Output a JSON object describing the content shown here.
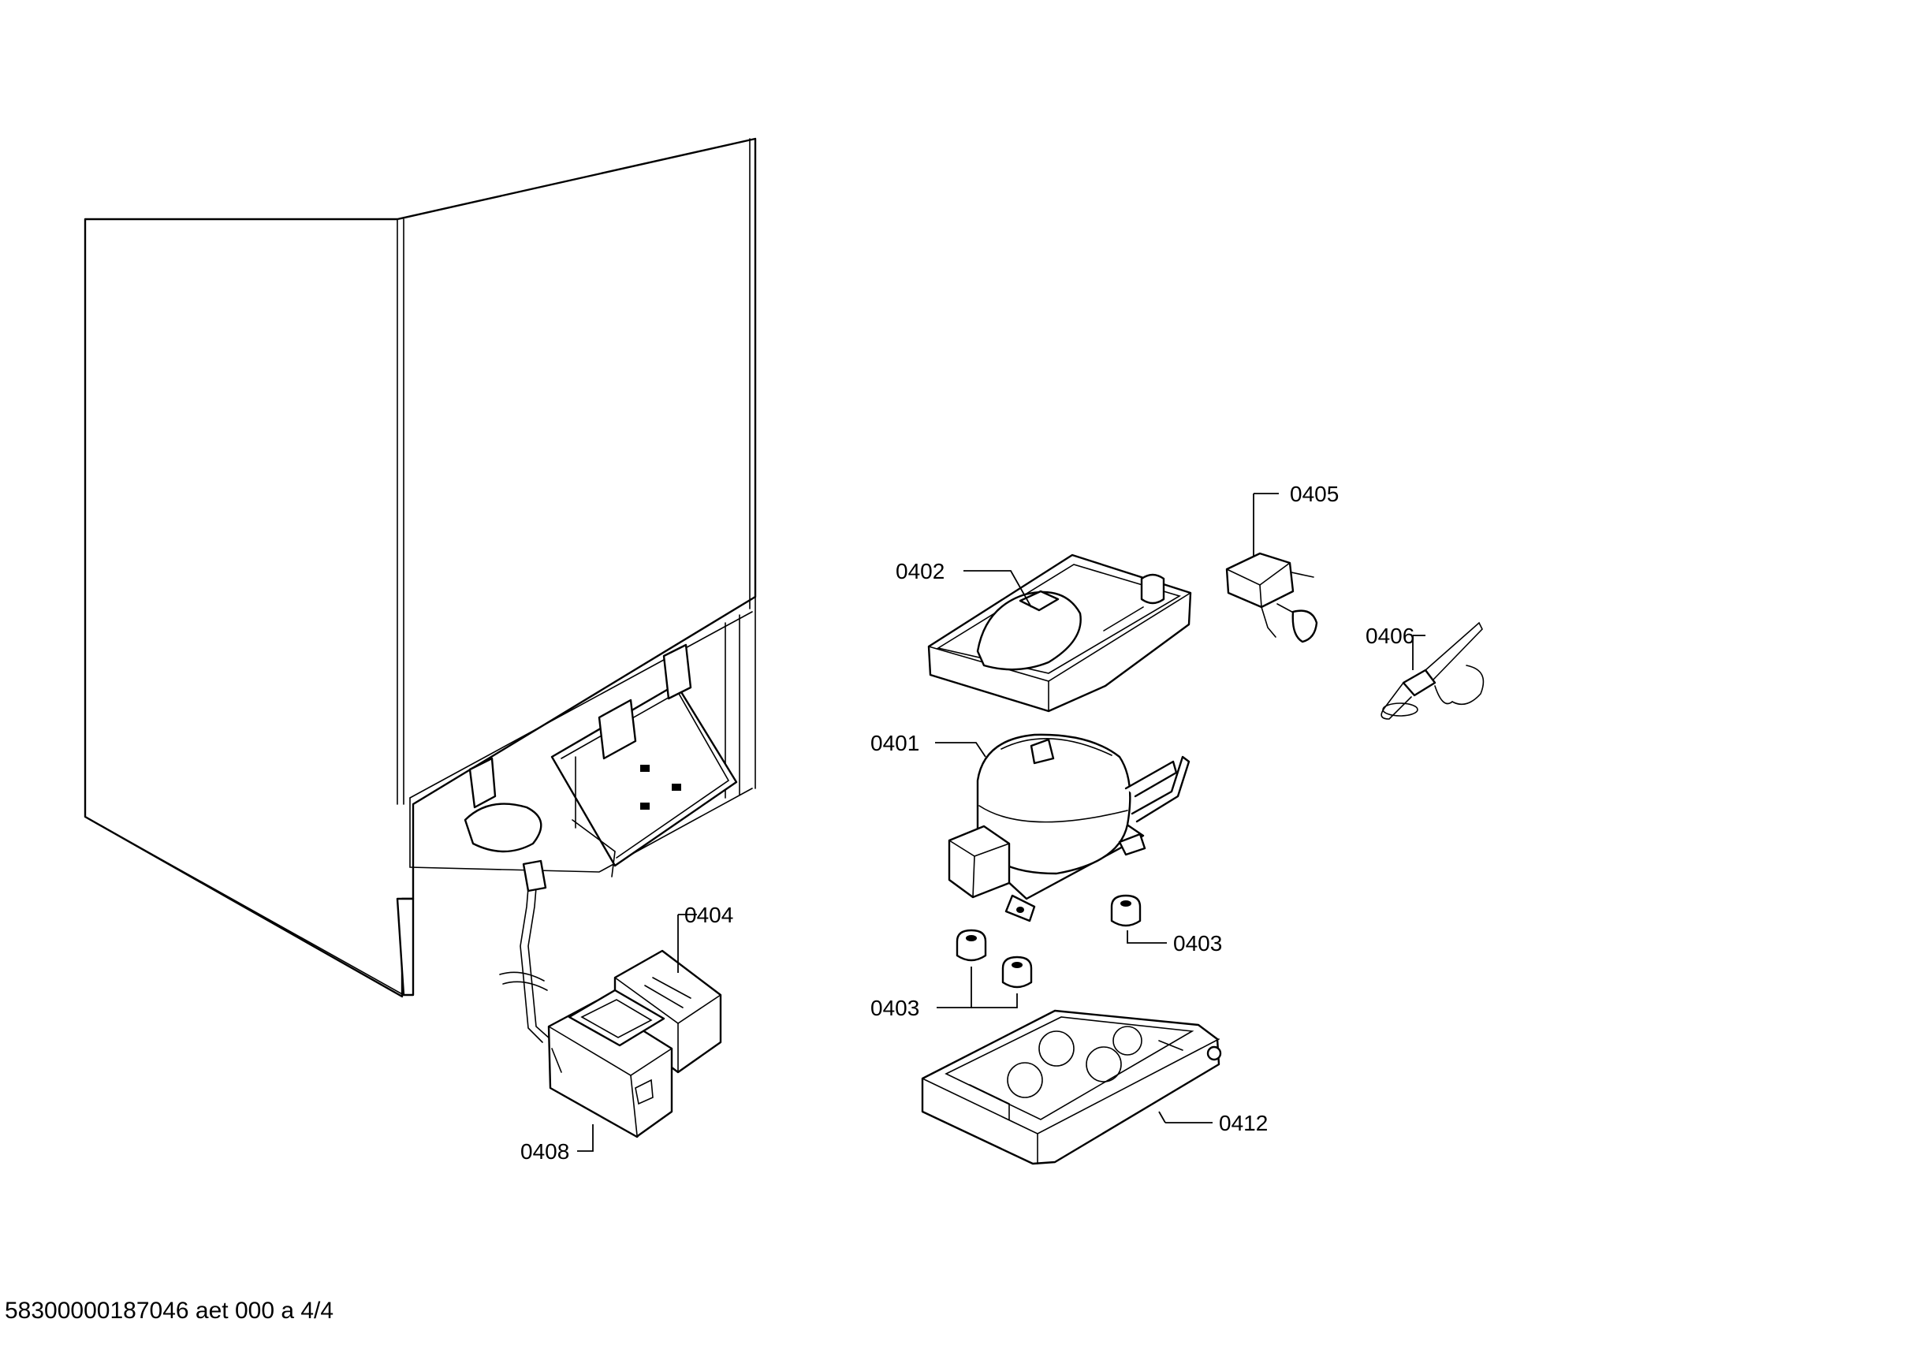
{
  "callouts": {
    "c0401": "0401",
    "c0402": "0402",
    "c0403a": "0403",
    "c0403b": "0403",
    "c0404": "0404",
    "c0405": "0405",
    "c0406": "0406",
    "c0408": "0408",
    "c0412": "0412"
  },
  "footer": {
    "document_id": "58300000187046 aet 000 a 4/4"
  },
  "colors": {
    "line": "#000000",
    "background": "#ffffff"
  }
}
